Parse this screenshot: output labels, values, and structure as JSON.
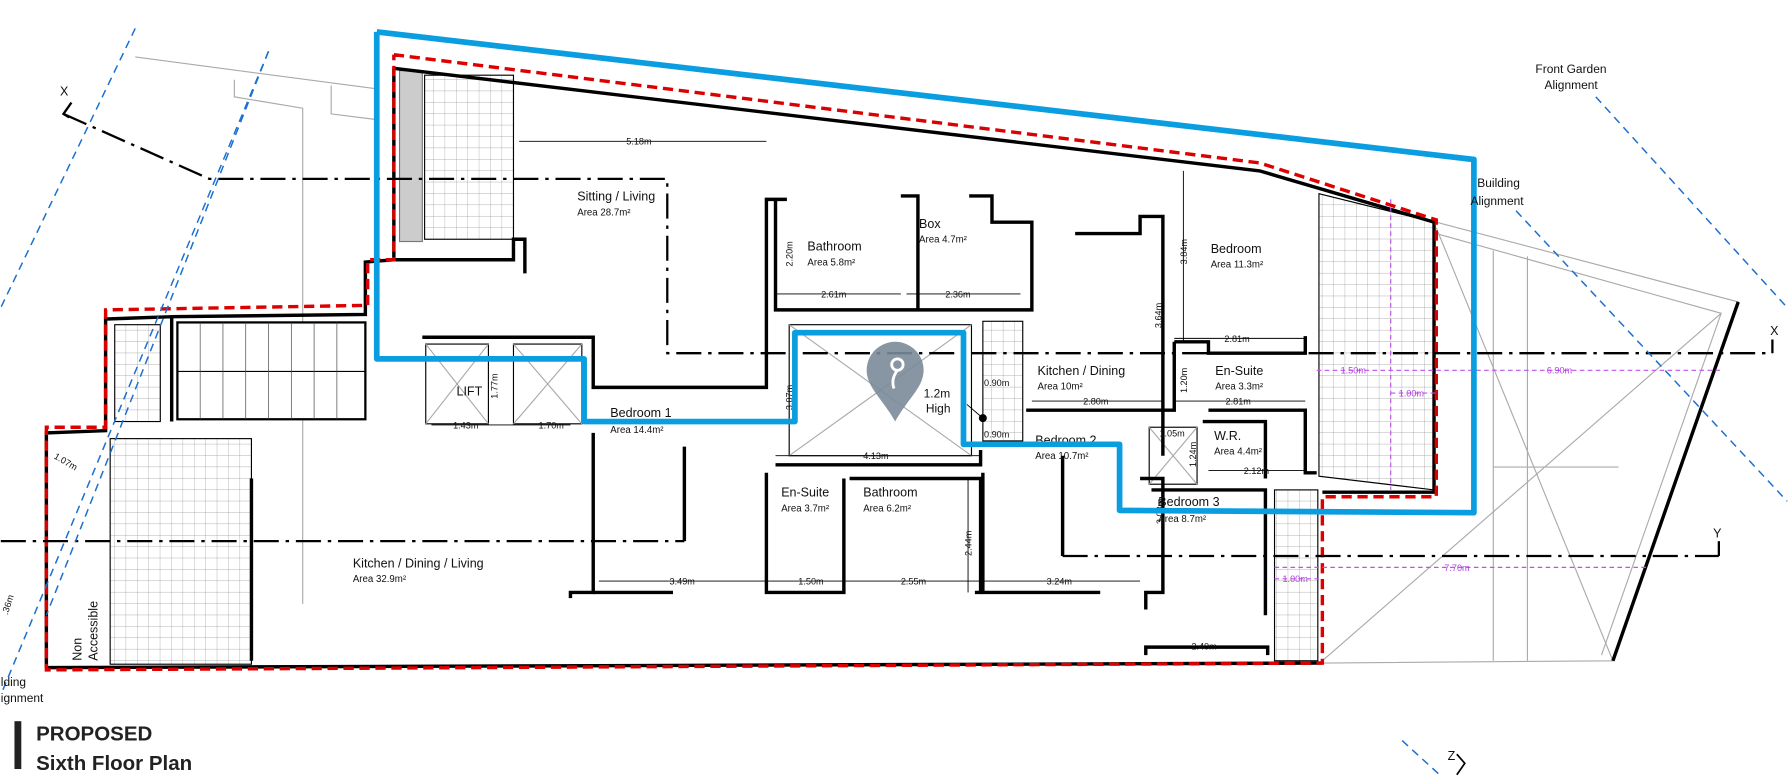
{
  "title": {
    "line1": "PROPOSED",
    "line2": "Sixth Floor Plan"
  },
  "colors": {
    "boundary_blue": "#0a9ee0",
    "site_red": "#d00000",
    "alignment_blue": "#1a6fd0",
    "setback_purple": "#c050f0",
    "pin_grey": "#7b8b99"
  },
  "section_markers": {
    "x_left": "X",
    "x_right": "X",
    "y": "Y",
    "z": "Z"
  },
  "notes": {
    "front_garden_1": "Front Garden",
    "front_garden_2": "Alignment",
    "building_1": "Building",
    "building_2": "Alignment",
    "building_left_1": "lding",
    "building_left_2": "ignment",
    "non_accessible_1": "Non",
    "non_accessible_2": "Accessible",
    "high_1": "1.2m",
    "high_2": "High"
  },
  "rooms": {
    "sitting": {
      "name": "Sitting / Living",
      "area": "Area 28.7m²"
    },
    "bath1": {
      "name": "Bathroom",
      "area": "Area 5.8m²"
    },
    "box": {
      "name": "Box",
      "area": "Area 4.7m²"
    },
    "bedroom": {
      "name": "Bedroom",
      "area": "Area 11.3m²"
    },
    "lift": {
      "name": "LIFT"
    },
    "bedroom1": {
      "name": "Bedroom 1",
      "area": "Area 14.4m²"
    },
    "kitchen_dining": {
      "name": "Kitchen / Dining",
      "area": "Area 10m²"
    },
    "ensuite1": {
      "name": "En-Suite",
      "area": "Area 3.3m²"
    },
    "wr": {
      "name": "W.R.",
      "area": "Area 4.4m²"
    },
    "bedroom2": {
      "name": "Bedroom 2",
      "area": "Area 10.7m²"
    },
    "ensuite2": {
      "name": "En-Suite",
      "area": "Area 3.7m²"
    },
    "bath2": {
      "name": "Bathroom",
      "area": "Area 6.2m²"
    },
    "bedroom3": {
      "name": "Bedroom 3",
      "area": "Area 8.7m²"
    },
    "kdl": {
      "name": "Kitchen / Dining / Living",
      "area": "Area 32.9m²"
    }
  },
  "dims": [
    "5.18m",
    "2.20m",
    "2.61m",
    "2.36m",
    "3.84m",
    "3.64m",
    "2.81m",
    "1.77m",
    "3.07m",
    "1.43m",
    "1.70m",
    "0.90m",
    "0.90m",
    "2.80m",
    "1.20m",
    "2.81m",
    "4.13m",
    "1.05m",
    "1.24m",
    "2.12m",
    "3.08m",
    "2.44m",
    "3.49m",
    "1.50m",
    "2.55m",
    "3.24m",
    "2.40m",
    "1.07m",
    ".36m"
  ],
  "setbacks": [
    "1.50m",
    "6.90m",
    "1.00m",
    "7.70m",
    "1.00m"
  ]
}
